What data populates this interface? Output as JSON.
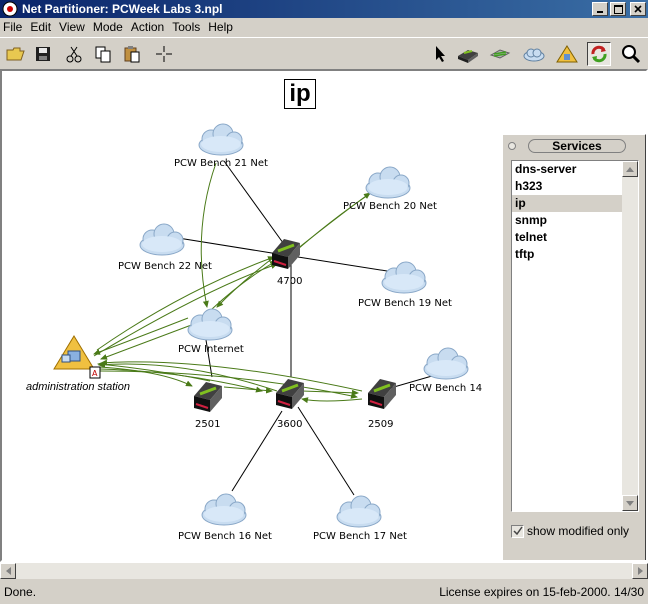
{
  "window": {
    "title": "Net Partitioner: PCWeek Labs 3.npl"
  },
  "menu": [
    "File",
    "Edit",
    "View",
    "Mode",
    "Action",
    "Tools",
    "Help"
  ],
  "toolbar": {
    "left_tools": [
      "open-folder-icon",
      "save-disk-icon",
      "cut-scissors-icon",
      "copy-icon",
      "paste-clipboard-icon",
      "crosshair-icon"
    ],
    "right_tools": [
      "pointer-arrow-icon",
      "router-icon",
      "switch-icon",
      "cloud-icon",
      "warning-triangle-icon",
      "refresh-icon",
      "zoom-magnifier-icon"
    ]
  },
  "canvas": {
    "service_title": "ip",
    "nodes": {
      "bench21": "PCW Bench 21 Net",
      "bench20": "PCW Bench 20 Net",
      "bench22": "PCW Bench 22 Net",
      "bench19": "PCW Bench 19 Net",
      "router4700": "4700",
      "internet": "PCW Internet",
      "admin": "administration station",
      "router2501": "2501",
      "router3600": "3600",
      "router2509": "2509",
      "bench14": "PCW Bench 14",
      "bench16": "PCW Bench 16 Net",
      "bench17": "PCW Bench 17 Net"
    }
  },
  "services_panel": {
    "title": "Services",
    "items": [
      "dns-server",
      "h323",
      "ip",
      "snmp",
      "telnet",
      "tftp"
    ],
    "selected": "ip",
    "checkbox_label": "show modified only",
    "checkbox_checked": true
  },
  "status": {
    "left": "Done.",
    "right": "License expires on 15-feb-2000. 14/30"
  },
  "colors": {
    "title_start": "#0a246a",
    "title_end": "#3a6ea5",
    "link_green": "#4a7a18",
    "cloud_blue": "#c8dcf0"
  }
}
